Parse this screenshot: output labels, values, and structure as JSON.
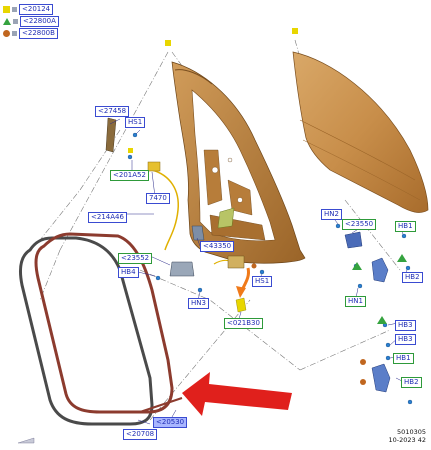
{
  "legend": [
    {
      "code": "<20124",
      "color": "#e8d600",
      "shape": "square",
      "icon": "yellow-square-icon"
    },
    {
      "code": "<22800A",
      "color": "#35a33f",
      "shape": "triangle",
      "icon": "green-triangle-icon"
    },
    {
      "code": "<22800B",
      "color": "#c0661f",
      "shape": "circle",
      "icon": "orange-circle-icon"
    }
  ],
  "callouts": {
    "c27458": "<27458",
    "hs1_top": "HS1",
    "c201a52": "<201A52",
    "c7470": "7470",
    "c214a46": "<214A46",
    "c43350": "<43350",
    "c23552": "<23552",
    "hb4": "HB4",
    "hn3": "HN3",
    "hs1_bottom": "HS1",
    "c021b30": "<021B30",
    "hn2": "HN2",
    "c23550": "<23550",
    "hb1_top": "HB1",
    "hn1": "HN1",
    "hb2_top": "HB2",
    "hb3_a": "HB3",
    "hb3_b": "HB3",
    "hb1_bottom": "HB1",
    "hb2_bottom": "HB2",
    "c20708": "<20708",
    "c20530": "<20530"
  },
  "reference": {
    "line1": "5010305",
    "line2": "10-2023 42"
  },
  "colors": {
    "callout_border": "#3a4bd1",
    "callout_green_border": "#2e9a3a",
    "callout_highlight": "#a9b6ff",
    "door_frame": "#b5782f",
    "door_skin": "#c88e4a",
    "seal_gray": "#4a4a4a",
    "seal_red": "#8c3b2e",
    "arrow_red": "#e0201c",
    "wire_yellow": "#e0b000",
    "wire_orange": "#f07a1a"
  }
}
